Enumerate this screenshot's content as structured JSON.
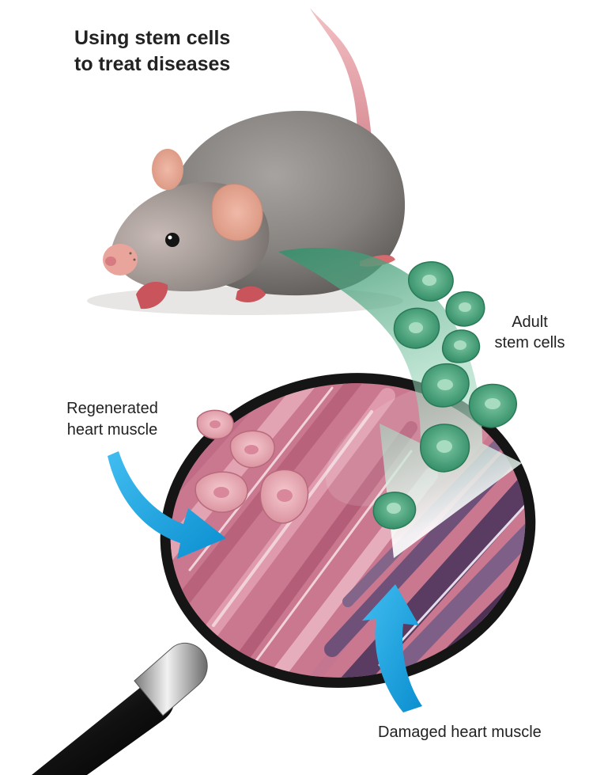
{
  "title": {
    "line1": "Using stem cells",
    "line2": "to treat diseases"
  },
  "labels": {
    "adult_stem_cells": {
      "line1": "Adult",
      "line2": "stem cells"
    },
    "regenerated": {
      "line1": "Regenerated",
      "line2": "heart muscle"
    },
    "damaged": "Damaged heart muscle"
  },
  "colors": {
    "stem_cell": "#3f9f78",
    "stem_cell_nucleus": "#9bd6b8",
    "blue_arrow": "#1aa7e6",
    "healthy_muscle": "#c97b94",
    "damaged_muscle": "#5b3f66",
    "lens_rim": "#151515",
    "mouse_fur": "#8b8784",
    "mouse_pink": "#e9a59c"
  },
  "icons": [
    "mouse-illustration",
    "magnifying-glass-icon",
    "stem-cell-icon",
    "curved-arrow-icon"
  ]
}
